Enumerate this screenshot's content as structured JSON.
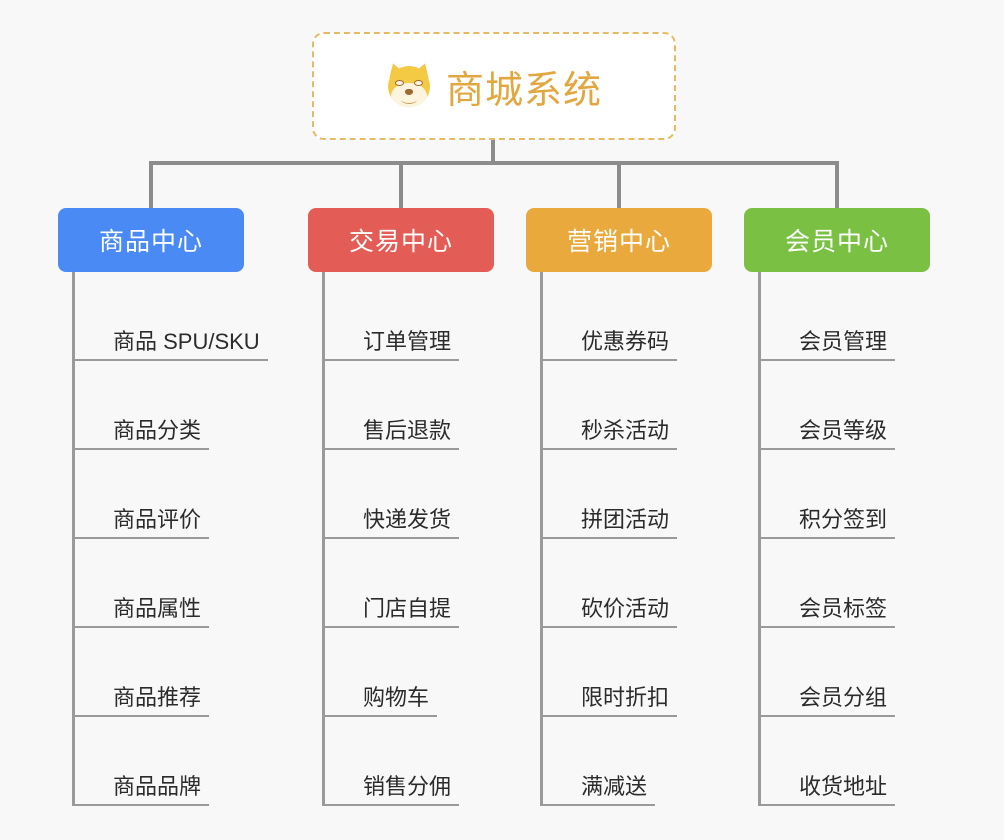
{
  "page": {
    "background_color": "#f8f8f8",
    "line_color": "#9a9a9a"
  },
  "root": {
    "title": "商城系统",
    "icon": "dog-face-emoji",
    "icon_glyph": "🐶",
    "border_color": "#e8b964",
    "text_color": "#e2a73e",
    "background_color": "#ffffff"
  },
  "branches": [
    {
      "label": "商品中心",
      "color": "#4a8af4",
      "items": [
        "商品 SPU/SKU",
        "商品分类",
        "商品评价",
        "商品属性",
        "商品推荐",
        "商品品牌"
      ]
    },
    {
      "label": "交易中心",
      "color": "#e35c55",
      "items": [
        "订单管理",
        "售后退款",
        "快递发货",
        "门店自提",
        "购物车",
        "销售分佣"
      ]
    },
    {
      "label": "营销中心",
      "color": "#eaa93c",
      "items": [
        "优惠券码",
        "秒杀活动",
        "拼团活动",
        "砍价活动",
        "限时折扣",
        "满减送"
      ]
    },
    {
      "label": "会员中心",
      "color": "#7ac143",
      "items": [
        "会员管理",
        "会员等级",
        "积分签到",
        "会员标签",
        "会员分组",
        "收货地址"
      ]
    }
  ]
}
